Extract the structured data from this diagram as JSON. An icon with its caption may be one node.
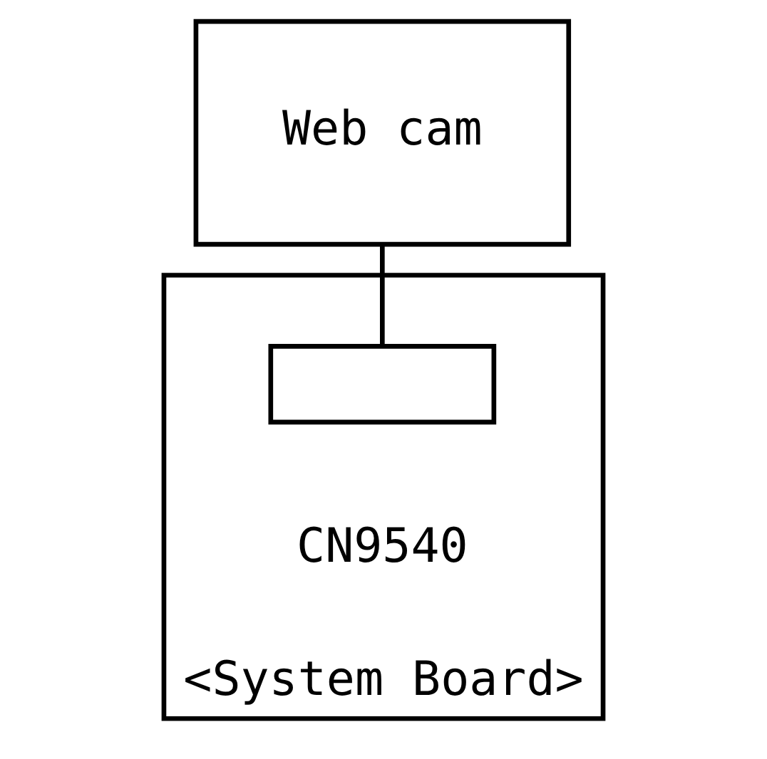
{
  "diagram": {
    "nodes": [
      {
        "text": [
          "Web cam"
        ]
      },
      {
        "text": [
          "<System Board>"
        ]
      },
      {
        "text": [],
        "shape": "box",
        "in": 1,
        "beside": [
          "CN9540"
        ]
      }
    ],
    "edges": [
      {
        "from": 0,
        "to": 2,
        "arrow": "none"
      }
    ]
  }
}
